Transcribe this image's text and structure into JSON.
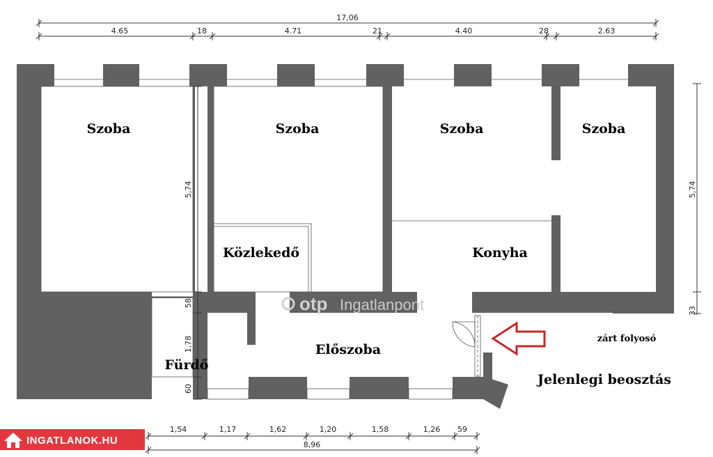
{
  "dimensions_top": {
    "total": "17,06",
    "segments": [
      "4.65",
      "18",
      "4.71",
      "21",
      "4.40",
      "28",
      "2.63"
    ]
  },
  "dimensions_left": {
    "room_height": "5,74",
    "wall": "58",
    "hall": "1,78",
    "bottom_wall": "60"
  },
  "dimensions_right": {
    "room_height": "5,74",
    "wall": "33"
  },
  "dimensions_bottom": {
    "segments": [
      "1,54",
      "1,17",
      "1,62",
      "1,20",
      "1,58",
      "1,26",
      "59"
    ],
    "total": "8,96"
  },
  "rooms": {
    "room1": "Szoba",
    "room2": "Szoba",
    "room3": "Szoba",
    "room4": "Szoba",
    "corridor": "Közlekedő",
    "kitchen": "Konyha",
    "hallway": "Előszoba",
    "bathroom": "Fürdő"
  },
  "notes": {
    "closed_corridor": "zárt folyosó",
    "current_layout": "Jelenlegi beosztás"
  },
  "watermark": {
    "brand": "otp",
    "suffix": "Ingatlanpont"
  },
  "badge": {
    "label": "INGATLANOK.HU"
  },
  "colors": {
    "wall": "#616161",
    "arrow": "#c62828",
    "badge": "#e2373f"
  }
}
